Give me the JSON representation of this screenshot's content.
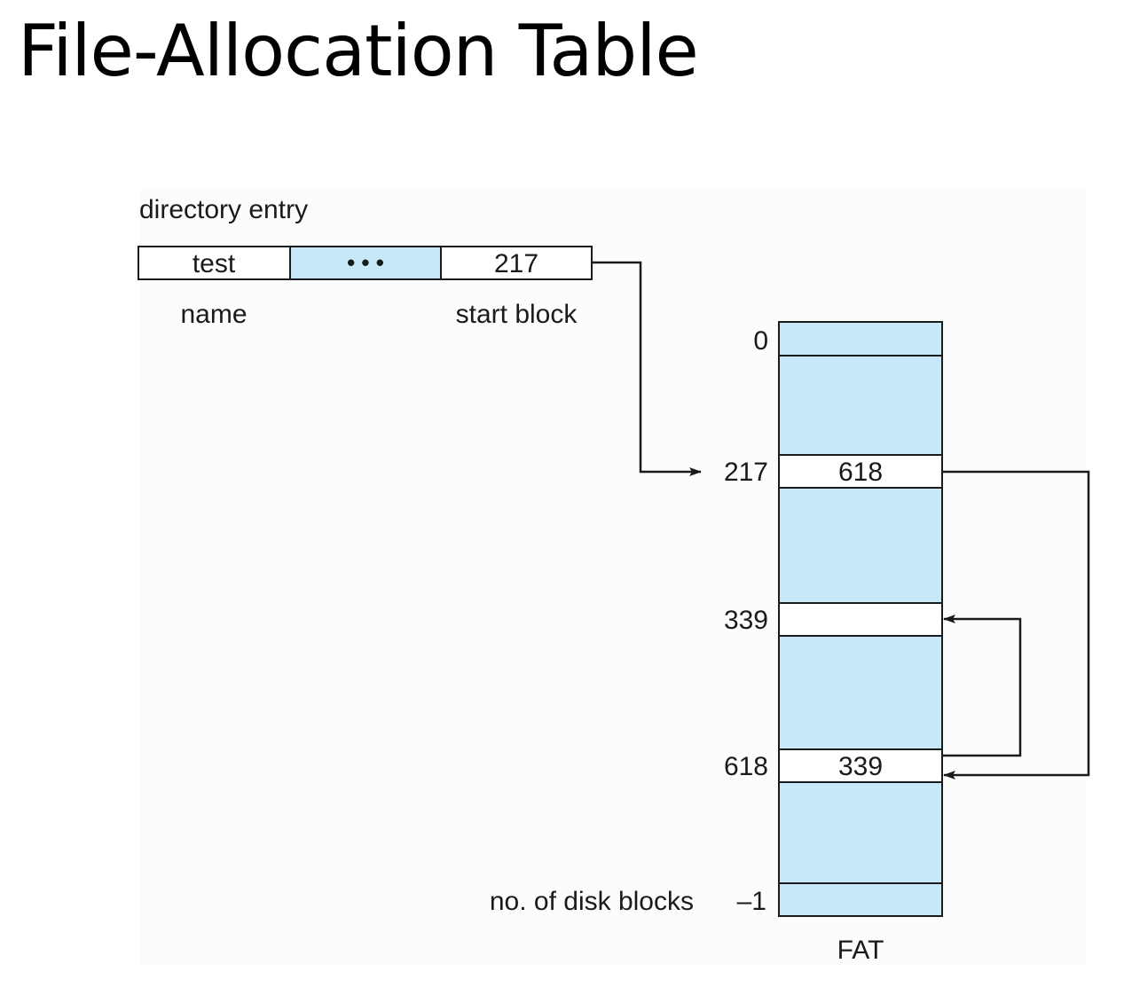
{
  "slide": {
    "title": "File-Allocation Table"
  },
  "directory": {
    "heading": "directory entry",
    "name_value": "test",
    "ellipsis": "• • •",
    "start_value": "217",
    "name_caption": "name",
    "start_caption": "start block"
  },
  "fat": {
    "caption": "FAT",
    "disk_blocks_label": "no. of disk blocks",
    "rows": [
      {
        "index": "0",
        "value": ""
      },
      {
        "index": "217",
        "value": "618"
      },
      {
        "index": "339",
        "value": ""
      },
      {
        "index": "618",
        "value": "339"
      },
      {
        "index": "–1",
        "value": ""
      }
    ]
  },
  "colors": {
    "fill_blue": "#c7e8f8",
    "line": "#1a1a1a",
    "text": "#1a1a1a"
  }
}
